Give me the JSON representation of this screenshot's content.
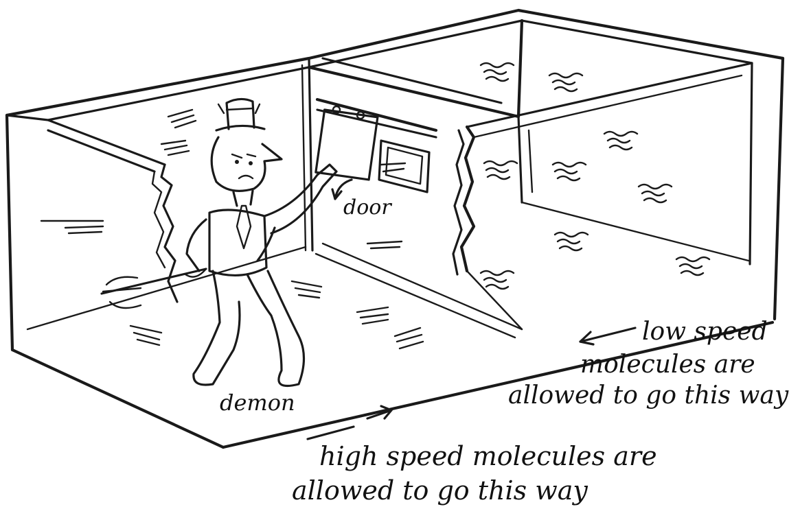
{
  "labels": {
    "door": "door",
    "demon": "demon",
    "low_speed_line1": "low speed",
    "low_speed_line2": "molecules are",
    "low_speed_line3": "allowed to go this way",
    "high_speed_line1": "high speed molecules are",
    "high_speed_line2": "allowed to go this way"
  },
  "colors": {
    "ink": "#1a1a1a",
    "paper": "#ffffff"
  }
}
